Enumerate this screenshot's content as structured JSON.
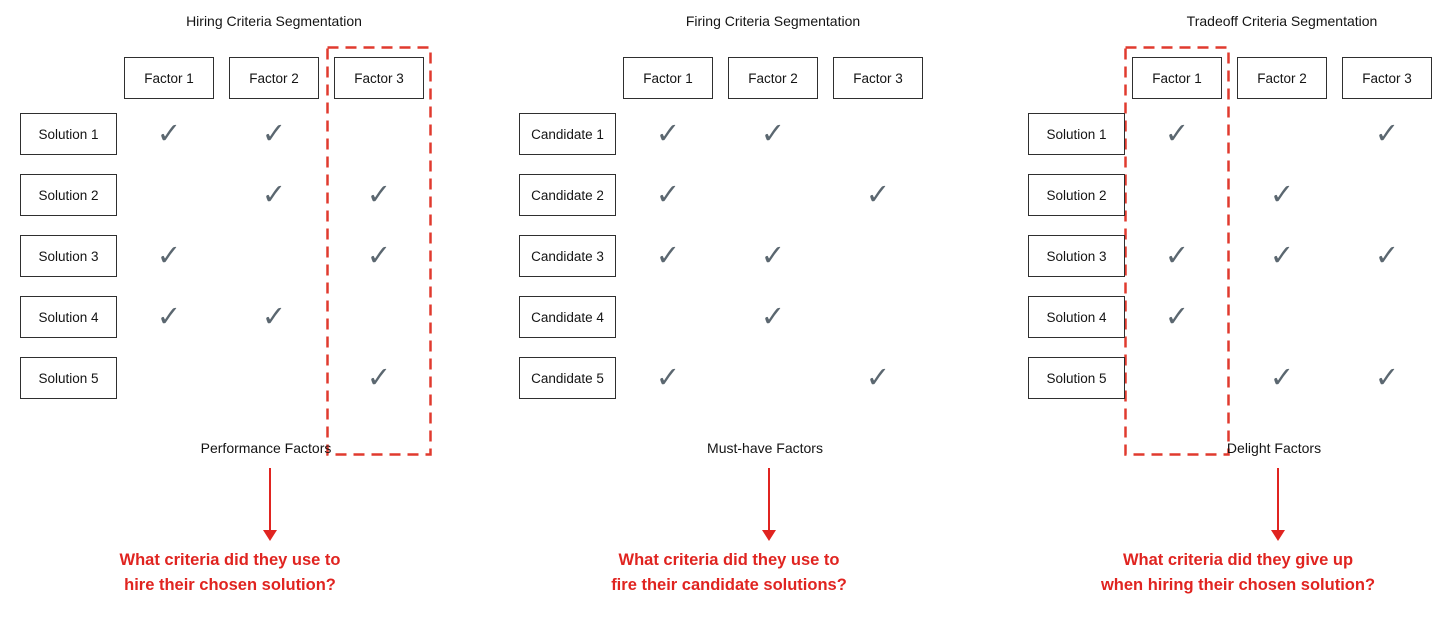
{
  "colors": {
    "accent_red": "#E02420",
    "dash_red": "#E03A2E",
    "check_gray": "#5B6770",
    "box_border": "#2F2F2F"
  },
  "icons": {
    "check": "✓",
    "down_arrow": "↓"
  },
  "panels": [
    {
      "title": "Hiring Criteria Segmentation",
      "columns": [
        "Factor 1",
        "Factor 2",
        "Factor 3"
      ],
      "rows": [
        {
          "label": "Solution 1",
          "checks": [
            true,
            true,
            false
          ]
        },
        {
          "label": "Solution 2",
          "checks": [
            false,
            true,
            true
          ]
        },
        {
          "label": "Solution 3",
          "checks": [
            true,
            false,
            true
          ]
        },
        {
          "label": "Solution 4",
          "checks": [
            true,
            true,
            false
          ]
        },
        {
          "label": "Solution 5",
          "checks": [
            false,
            false,
            true
          ]
        }
      ],
      "highlighted_column": "Factor 3",
      "factor_label": "Performance Factors",
      "question_lines": [
        "What criteria did they use to",
        "hire their chosen solution?"
      ]
    },
    {
      "title": "Firing Criteria Segmentation",
      "columns": [
        "Factor 1",
        "Factor 2",
        "Factor 3"
      ],
      "rows": [
        {
          "label": "Candidate 1",
          "checks": [
            true,
            true,
            false
          ]
        },
        {
          "label": "Candidate 2",
          "checks": [
            true,
            false,
            true
          ]
        },
        {
          "label": "Candidate 3",
          "checks": [
            true,
            true,
            false
          ]
        },
        {
          "label": "Candidate 4",
          "checks": [
            false,
            true,
            false
          ]
        },
        {
          "label": "Candidate 5",
          "checks": [
            true,
            false,
            true
          ]
        }
      ],
      "highlighted_column": null,
      "factor_label": "Must-have Factors",
      "question_lines": [
        "What criteria did they use to",
        "fire their candidate solutions?"
      ]
    },
    {
      "title": "Tradeoff Criteria Segmentation",
      "columns": [
        "Factor 1",
        "Factor 2",
        "Factor 3"
      ],
      "rows": [
        {
          "label": "Solution 1",
          "checks": [
            true,
            false,
            true
          ]
        },
        {
          "label": "Solution 2",
          "checks": [
            false,
            true,
            false
          ]
        },
        {
          "label": "Solution 3",
          "checks": [
            true,
            true,
            true
          ]
        },
        {
          "label": "Solution 4",
          "checks": [
            true,
            false,
            false
          ]
        },
        {
          "label": "Solution 5",
          "checks": [
            false,
            true,
            true
          ]
        }
      ],
      "highlighted_column": "Factor 1",
      "factor_label": "Delight Factors",
      "question_lines": [
        "What criteria did they give up",
        "when hiring their chosen solution?"
      ]
    }
  ]
}
